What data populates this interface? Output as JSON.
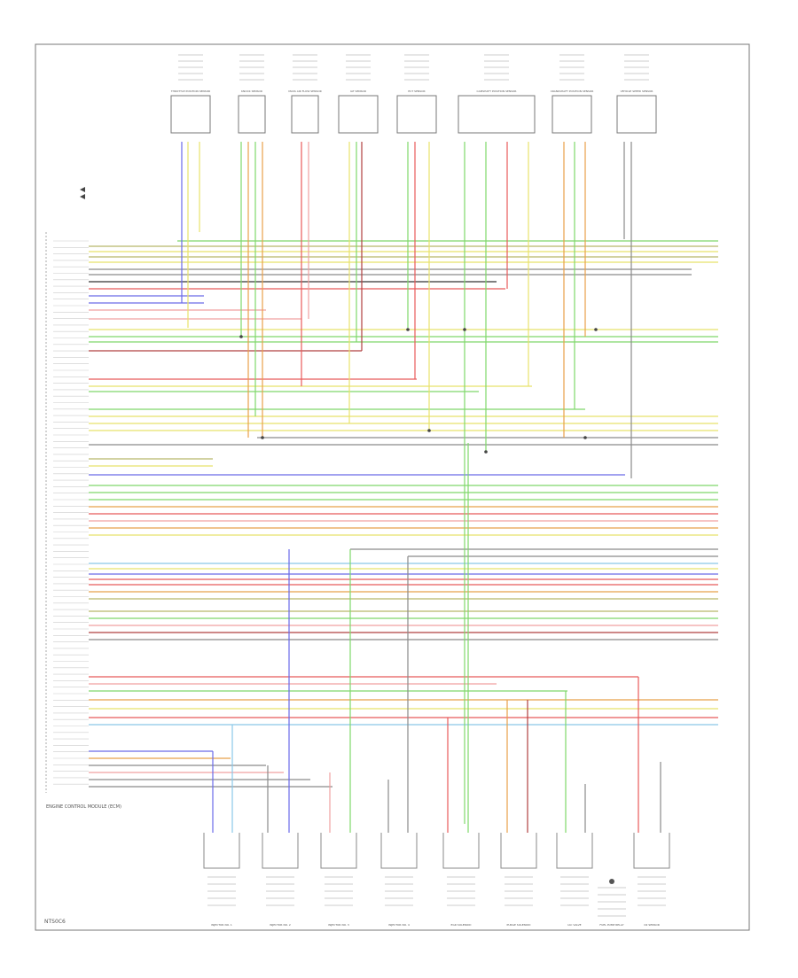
{
  "diagram": {
    "figure_code": "NTS0C6",
    "pcm_label": "ENGINE CONTROL MODULE (ECM)",
    "top_components": [
      {
        "label": "THROTTLE POSITION SENSOR"
      },
      {
        "label": "KNOCK SENSOR"
      },
      {
        "label": "MASS AIR FLOW SENSOR"
      },
      {
        "label": "IAT SENSOR"
      },
      {
        "label": "ECT SENSOR"
      },
      {
        "label": "CAMSHAFT POSITION SENSOR"
      },
      {
        "label": "CRANKSHAFT POSITION SENSOR"
      },
      {
        "label": "VEHICLE SPEED SENSOR"
      }
    ],
    "bottom_components": [
      {
        "label": "INJECTOR NO. 1"
      },
      {
        "label": "INJECTOR NO. 2"
      },
      {
        "label": "INJECTOR NO. 3"
      },
      {
        "label": "INJECTOR NO. 4"
      },
      {
        "label": "EGR SOLENOID"
      },
      {
        "label": "PURGE SOLENOID"
      },
      {
        "label": "IAC VALVE"
      },
      {
        "label": "FUEL PUMP RELAY"
      },
      {
        "label": "O2 SENSOR"
      }
    ],
    "wire_colors": {
      "yellow": "#e8e26a",
      "green": "#7fd86a",
      "red": "#e85a5a",
      "blue": "#6a6ae8",
      "gray": "#8a8a8a",
      "orange": "#e8a04a",
      "pink": "#f0a0a0",
      "olive": "#b8b86a",
      "lightblue": "#8ac8e8",
      "darkred": "#b04040",
      "black": "#333333"
    }
  }
}
